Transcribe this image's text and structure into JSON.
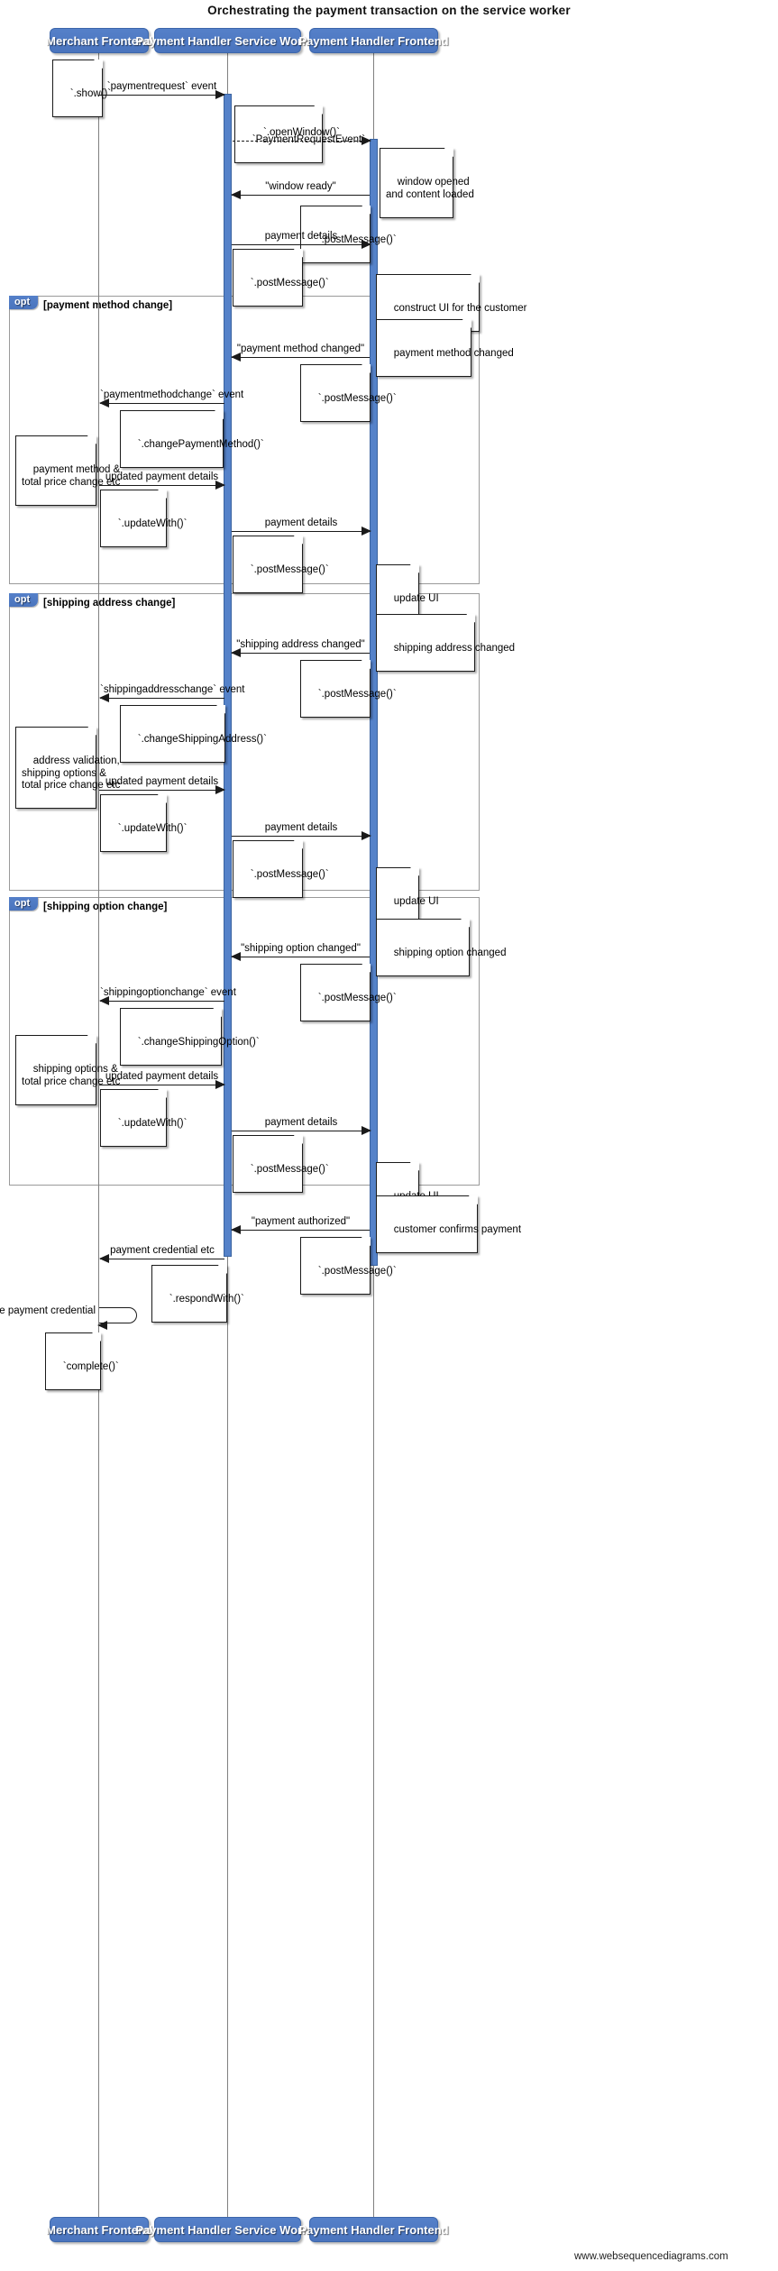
{
  "title": "Orchestrating the payment transaction on the service worker",
  "watermark": "www.websequencediagrams.com",
  "participants": [
    {
      "id": "merchant",
      "label": "Merchant Frontend"
    },
    {
      "id": "sw",
      "label": "Payment Handler Service Worker"
    },
    {
      "id": "frontend",
      "label": "Payment Handler Frontend"
    }
  ],
  "fragments": [
    {
      "kind": "opt",
      "condition": "[payment method change]"
    },
    {
      "kind": "opt",
      "condition": "[shipping address change]"
    },
    {
      "kind": "opt",
      "condition": "[shipping option change]"
    }
  ],
  "messages": [
    {
      "label": "`paymentrequest` event",
      "from": "merchant",
      "to": "sw",
      "style": "solid"
    },
    {
      "label": "`.openWindow()`",
      "from": "sw",
      "to": "frontend",
      "style": "dashed"
    },
    {
      "label": "\"window ready\"",
      "from": "frontend",
      "to": "sw",
      "style": "solid"
    },
    {
      "label": "payment details",
      "from": "sw",
      "to": "frontend",
      "style": "solid"
    },
    {
      "label": "\"payment method changed\"",
      "from": "frontend",
      "to": "sw",
      "style": "solid"
    },
    {
      "label": "`paymentmethodchange` event",
      "from": "sw",
      "to": "merchant",
      "style": "solid"
    },
    {
      "label": "updated payment details",
      "from": "merchant",
      "to": "sw",
      "style": "solid"
    },
    {
      "label": "payment details",
      "from": "sw",
      "to": "frontend",
      "style": "solid"
    },
    {
      "label": "\"shipping address changed\"",
      "from": "frontend",
      "to": "sw",
      "style": "solid"
    },
    {
      "label": "`shippingaddresschange` event",
      "from": "sw",
      "to": "merchant",
      "style": "solid"
    },
    {
      "label": "updated payment details",
      "from": "merchant",
      "to": "sw",
      "style": "solid"
    },
    {
      "label": "payment details",
      "from": "sw",
      "to": "frontend",
      "style": "solid"
    },
    {
      "label": "\"shipping option changed\"",
      "from": "frontend",
      "to": "sw",
      "style": "solid"
    },
    {
      "label": "`shippingoptionchange` event",
      "from": "sw",
      "to": "merchant",
      "style": "solid"
    },
    {
      "label": "updated payment details",
      "from": "merchant",
      "to": "sw",
      "style": "solid"
    },
    {
      "label": "payment details",
      "from": "sw",
      "to": "frontend",
      "style": "solid"
    },
    {
      "label": "\"payment authorized\"",
      "from": "frontend",
      "to": "sw",
      "style": "solid"
    },
    {
      "label": "payment credential etc",
      "from": "sw",
      "to": "merchant",
      "style": "solid"
    },
    {
      "label": "validate payment credential",
      "from": "merchant",
      "to": "merchant",
      "style": "self"
    }
  ],
  "notes": {
    "show": "`.show()`",
    "payment_request_event": "`PaymentRequestEvent`",
    "window_opened": "window opened\nand content loaded",
    "post_message_1": "`.postMessage()`",
    "post_message_2": "`.postMessage()`",
    "construct_ui": "construct UI for the customer",
    "payment_method_changed": "payment method changed",
    "post_message_3": "`.postMessage()`",
    "change_payment_method": "`.changePaymentMethod()`",
    "payment_method_price": "payment method &\ntotal price change etc",
    "update_with_1": "`.updateWith()`",
    "post_message_4": "`.postMessage()`",
    "update_ui_1": "update UI",
    "shipping_address_changed": "shipping address changed",
    "post_message_5": "`.postMessage()`",
    "change_shipping_address": "`.changeShippingAddress()`",
    "address_validation": "address validation,\nshipping options &\ntotal price change etc",
    "update_with_2": "`.updateWith()`",
    "post_message_6": "`.postMessage()`",
    "update_ui_2": "update UI",
    "shipping_option_changed": "shipping option changed",
    "post_message_7": "`.postMessage()`",
    "change_shipping_option": "`.changeShippingOption()`",
    "shipping_options_price": "shipping options &\ntotal price change etc",
    "update_with_3": "`.updateWith()`",
    "post_message_8": "`.postMessage()`",
    "update_ui_3": "update UI",
    "customer_confirms": "customer confirms payment",
    "post_message_9": "`.postMessage()`",
    "respond_with": "`.respondWith()`",
    "complete": "`complete()`"
  },
  "colors": {
    "participant_fill": "#4d7cc7",
    "activation_fill": "#5582c9",
    "lifeline": "#808080",
    "fragment_border": "#9a9a9a",
    "note_fill": "#ffffff"
  }
}
